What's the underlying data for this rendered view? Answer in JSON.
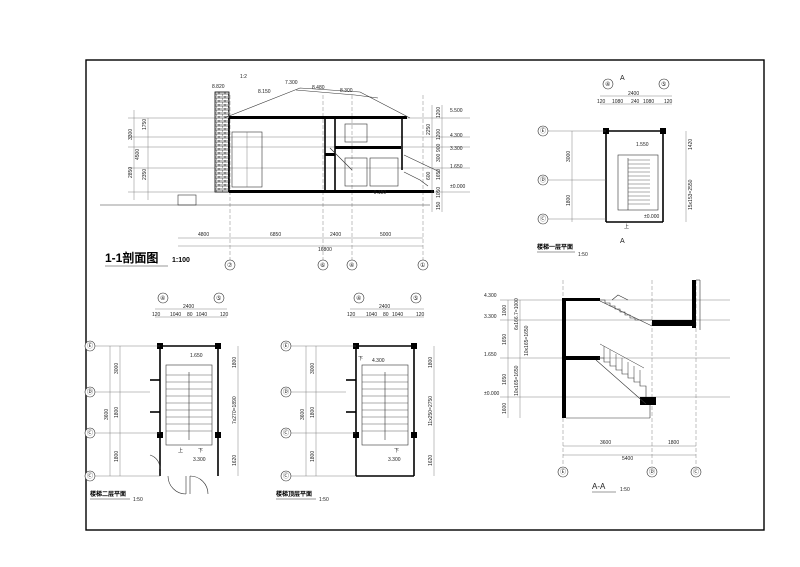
{
  "frame": {
    "border_color": "#000000"
  },
  "section_1_1": {
    "title": "1-1剖面图",
    "scale": "1:100",
    "elevations": [
      "8.820",
      "8.150",
      "7.300",
      "8.480",
      "8.300",
      "5.500",
      "4.300",
      "3.300",
      "1.650",
      "±0.000",
      "-0.150"
    ],
    "left_dims": [
      "1750",
      "2350",
      "3300",
      "2850",
      "4500"
    ],
    "right_dims": [
      "1200",
      "2250",
      "1200",
      "900",
      "300",
      "600",
      "1650",
      "1050",
      "150"
    ],
    "bottom_dims": [
      "4800",
      "6850",
      "2400",
      "5000"
    ],
    "total_dim": "16800",
    "axes": [
      "⑦",
      "⑥",
      "④",
      "①"
    ],
    "pitch": "1:2"
  },
  "plan_first": {
    "title": "楼梯一层平面",
    "scale": "1:50",
    "axes_top": [
      "④",
      "⑤"
    ],
    "axes_left": [
      "Ⓔ",
      "Ⓓ",
      "Ⓒ"
    ],
    "top_dims": [
      "2400",
      "120",
      "1080",
      "240",
      "1080",
      "120"
    ],
    "left_dims": [
      "3000",
      "1800"
    ],
    "right_dims": [
      "1420",
      "15x153=2550"
    ],
    "elevations": [
      "1.550",
      "±0.000"
    ],
    "labels": [
      "上",
      "A"
    ]
  },
  "plan_second": {
    "title": "楼梯二层平面",
    "scale": "1:50",
    "axes_top": [
      "④",
      "⑤"
    ],
    "axes_left": [
      "Ⓔ",
      "Ⓓ",
      "Ⓒ",
      "Ⓒ"
    ],
    "top_dims": [
      "2400",
      "120",
      "1040",
      "80",
      "1040",
      "120"
    ],
    "left_dims": [
      "3000",
      "3600",
      "1800",
      "1800"
    ],
    "right_dims": [
      "1800",
      "7x270=1890",
      "1620"
    ],
    "elevations": [
      "1.650",
      "3.300"
    ],
    "labels": [
      "上",
      "下"
    ]
  },
  "plan_top": {
    "title": "楼梯顶层平面",
    "scale": "1:50",
    "axes_top": [
      "④",
      "⑤"
    ],
    "axes_left": [
      "Ⓔ",
      "Ⓓ",
      "Ⓒ",
      "Ⓒ"
    ],
    "top_dims": [
      "2400",
      "120",
      "1040",
      "80",
      "1040",
      "120"
    ],
    "left_dims": [
      "3000",
      "3600",
      "1800",
      "1800"
    ],
    "right_dims": [
      "1800",
      "11x250=2750",
      "1620"
    ],
    "elevations": [
      "4.300",
      "3.300"
    ],
    "labels": [
      "下",
      "下"
    ]
  },
  "section_a_a": {
    "title": "A-A",
    "scale": "1:50",
    "elevations": [
      "4.300",
      "3.300",
      "1.650",
      "±0.000"
    ],
    "left_dims": [
      "1000",
      "1650",
      "1650",
      "1600"
    ],
    "inner_dims": [
      "6x166.7=1000",
      "10x165=1650",
      "10x165=1650"
    ],
    "bottom_dims": [
      "3600",
      "1800"
    ],
    "total_dim": "5400",
    "axes": [
      "Ⓔ",
      "Ⓓ",
      "Ⓒ"
    ]
  }
}
